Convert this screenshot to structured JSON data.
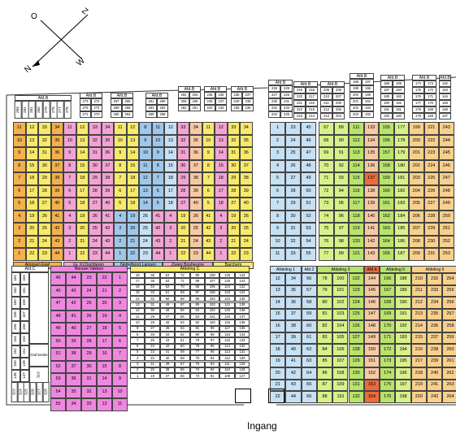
{
  "compass": {
    "n": "N",
    "o": "O",
    "z": "Z",
    "w": "W"
  },
  "entrance_label": "Ingang",
  "colors": {
    "orange": "#f4b04c",
    "yellow": "#f7e96a",
    "pink": "#f2a3d3",
    "magenta": "#ee88de",
    "blue": "#9ec7ea",
    "lightblue": "#c6e0f4",
    "green": "#b8e36b",
    "lime": "#d8f08a",
    "salmon": "#f7c9a3",
    "red": "#ee6a3a",
    "peach": "#f8d08c",
    "white": "#ffffff",
    "grey": "#e9e9e9"
  },
  "top_blocks": [
    {
      "label": "Afd.B",
      "cols": [
        [
          "283"
        ],
        [
          "282"
        ],
        [
          "281"
        ],
        [
          "280"
        ],
        [
          "279"
        ],
        [
          "278"
        ],
        [
          "277"
        ],
        [
          "276"
        ]
      ]
    },
    {
      "label": "Afd.B",
      "rows": [
        [
          "273",
          "272"
        ],
        [
          "275",
          "274"
        ],
        [
          "271",
          "270"
        ]
      ]
    },
    {
      "label": "Afd.B",
      "rows": [
        [
          "267",
          "266"
        ],
        [
          "269",
          "268"
        ],
        [
          "265",
          "264"
        ]
      ]
    },
    {
      "label": "Afd.B",
      "rows": [
        [
          "261",
          "260"
        ],
        [
          "263",
          "262"
        ],
        [
          "259",
          "258"
        ]
      ]
    },
    {
      "label": "Afd.B",
      "rows": [
        [
          "254",
          "253"
        ],
        [
          "256",
          "255"
        ],
        [
          "252",
          "251"
        ]
      ]
    },
    {
      "label": "Afd.B",
      "rows": [
        [
          "246",
          "245"
        ],
        [
          "248",
          "247"
        ],
        [
          "244",
          "243"
        ]
      ]
    },
    {
      "label": "Afd.B",
      "rows": [
        [
          "238",
          "237"
        ],
        [
          "240",
          "239"
        ],
        [
          "236",
          "235"
        ]
      ]
    }
  ],
  "top_right_blocks": [
    {
      "label": "Afd.B",
      "rows": [
        [
          "228",
          "229"
        ],
        [
          "227",
          "226"
        ],
        [
          "230",
          "231"
        ],
        [
          "232",
          "233"
        ],
        [
          "234",
          "225"
        ]
      ]
    },
    {
      "label": "Afd.B",
      "rows": [
        [
          "219",
          "218"
        ],
        [
          "220",
          "217"
        ],
        [
          "221",
          "216"
        ],
        [
          "222",
          "215"
        ],
        [
          "223",
          "214"
        ]
      ]
    },
    {
      "label": "Afd.B",
      "rows": [
        [
          "209",
          "208"
        ],
        [
          "210",
          "207"
        ],
        [
          "211",
          "206"
        ],
        [
          "212",
          "205"
        ],
        [
          "213",
          "204"
        ]
      ]
    },
    {
      "label": "Afd.B",
      "rows": [
        [
          "198",
          "197"
        ],
        [
          "199",
          "196"
        ],
        [
          "200",
          "195"
        ],
        [
          "201",
          "194"
        ],
        [
          "202",
          "193"
        ],
        [
          "203",
          "192"
        ]
      ]
    },
    {
      "label": "Afd.B",
      "rows": [
        [
          "188",
          "185"
        ],
        [
          "187",
          "184"
        ],
        [
          "189",
          "183"
        ],
        [
          "190",
          "182"
        ],
        [
          "191",
          "181"
        ],
        [
          "192",
          "180"
        ]
      ]
    },
    {
      "label": "Afd.B",
      "rows": [
        [
          "174",
          "173"
        ],
        [
          "175",
          "172"
        ],
        [
          "176",
          "171"
        ],
        [
          "177",
          "170"
        ],
        [
          "178",
          "169"
        ],
        [
          "179",
          "168"
        ]
      ]
    },
    {
      "label": "Afd.B",
      "rows": [
        [
          "162"
        ],
        [
          "163"
        ],
        [
          "164"
        ],
        [
          "165"
        ],
        [
          "166"
        ],
        [
          "167"
        ]
      ]
    }
  ],
  "upper_left": {
    "section_labels": [
      "Ampsen Exel",
      "Gr. Kl.Dochteren",
      "Nettelhorst Langen",
      "Zwiep Bosheurne",
      "Barchem"
    ],
    "rows": [
      [
        "11",
        "12",
        "33",
        "34",
        "11",
        "12",
        "33",
        "34",
        "11",
        "12",
        "8",
        "11",
        "12",
        "33",
        "34",
        "11",
        "12",
        "33",
        "34"
      ],
      [
        "10",
        "13",
        "32",
        "35",
        "10",
        "13",
        "32",
        "35",
        "10",
        "13",
        "9",
        "10",
        "13",
        "32",
        "35",
        "10",
        "13",
        "32",
        "35"
      ],
      [
        "9",
        "14",
        "31",
        "36",
        "9",
        "14",
        "31",
        "36",
        "9",
        "14",
        "10",
        "9",
        "14",
        "31",
        "36",
        "9",
        "14",
        "31",
        "36"
      ],
      [
        "8",
        "15",
        "30",
        "37",
        "8",
        "15",
        "30",
        "37",
        "8",
        "15",
        "11",
        "8",
        "15",
        "30",
        "37",
        "8",
        "15",
        "30",
        "37"
      ],
      [
        "7",
        "18",
        "29",
        "38",
        "7",
        "18",
        "29",
        "38",
        "7",
        "18",
        "12",
        "7",
        "18",
        "29",
        "38",
        "7",
        "18",
        "29",
        "38"
      ],
      [
        "6",
        "17",
        "28",
        "39",
        "6",
        "17",
        "28",
        "39",
        "6",
        "17",
        "13",
        "6",
        "17",
        "28",
        "39",
        "6",
        "17",
        "28",
        "39"
      ],
      [
        "5",
        "18",
        "27",
        "40",
        "5",
        "18",
        "27",
        "40",
        "5",
        "18",
        "14",
        "5",
        "18",
        "27",
        "40",
        "5",
        "18",
        "27",
        "40"
      ],
      [
        "4",
        "19",
        "26",
        "41",
        "4",
        "19",
        "26",
        "41",
        "4",
        "19",
        "26",
        "41",
        "4",
        "19",
        "26",
        "41",
        "4",
        "19",
        "26",
        "41"
      ],
      [
        "3",
        "20",
        "25",
        "42",
        "3",
        "20",
        "25",
        "42",
        "3",
        "20",
        "25",
        "42",
        "3",
        "20",
        "25",
        "42",
        "3",
        "20",
        "25",
        "42"
      ],
      [
        "2",
        "21",
        "24",
        "43",
        "2",
        "21",
        "24",
        "43",
        "2",
        "21",
        "24",
        "43",
        "2",
        "21",
        "24",
        "43",
        "2",
        "21",
        "24",
        "43"
      ],
      [
        "1",
        "22",
        "23",
        "44",
        "1",
        "22",
        "23",
        "44",
        "1",
        "22",
        "23",
        "44",
        "1",
        "22",
        "23",
        "44",
        "1",
        "22",
        "23",
        "44"
      ]
    ]
  },
  "afdeling1": {
    "label": "Afdeling 1",
    "rows": [
      [
        "1",
        "23",
        "45"
      ],
      [
        "2",
        "24",
        "46"
      ],
      [
        "3",
        "25",
        "47"
      ],
      [
        "4",
        "26",
        "48"
      ],
      [
        "5",
        "27",
        "49"
      ],
      [
        "6",
        "28",
        "50"
      ],
      [
        "7",
        "29",
        "51"
      ],
      [
        "8",
        "30",
        "52"
      ],
      [
        "9",
        "31",
        "53"
      ],
      [
        "10",
        "32",
        "54"
      ],
      [
        "11",
        "33",
        "55"
      ]
    ]
  },
  "afd_right_upper": {
    "labels": [
      "Afdeling 3",
      "Afd.4",
      "Afdeling 5",
      "Afdeling 6"
    ],
    "rows": [
      [
        "67",
        "89",
        "111",
        "133",
        "155",
        "177",
        "199",
        "221",
        "243"
      ],
      [
        "68",
        "90",
        "112",
        "134",
        "156",
        "178",
        "200",
        "222",
        "244"
      ],
      [
        "69",
        "91",
        "113",
        "135",
        "157",
        "179",
        "201",
        "223",
        "245"
      ],
      [
        "70",
        "92",
        "114",
        "136",
        "158",
        "180",
        "202",
        "224",
        "246"
      ],
      [
        "71",
        "93",
        "115",
        "137",
        "159",
        "181",
        "203",
        "225",
        "247"
      ],
      [
        "72",
        "94",
        "116",
        "138",
        "160",
        "182",
        "204",
        "226",
        "248"
      ],
      [
        "73",
        "95",
        "117",
        "139",
        "161",
        "183",
        "205",
        "227",
        "249"
      ],
      [
        "74",
        "96",
        "118",
        "140",
        "162",
        "184",
        "206",
        "228",
        "250"
      ],
      [
        "75",
        "97",
        "119",
        "141",
        "163",
        "185",
        "207",
        "229",
        "251"
      ],
      [
        "76",
        "98",
        "120",
        "142",
        "164",
        "186",
        "208",
        "230",
        "252"
      ],
      [
        "77",
        "99",
        "121",
        "143",
        "165",
        "187",
        "209",
        "231",
        "253"
      ]
    ]
  },
  "afdc": {
    "label": "Afd.C",
    "cells": [
      "164",
      "163",
      "162",
      "161",
      "160",
      "159",
      "158",
      "157",
      "156",
      "155",
      "154",
      "153",
      "152",
      "151",
      "150",
      "149",
      "148",
      "147",
      "146",
      "145",
      "Graf-tombe",
      "319",
      "323",
      "324",
      "325",
      "326",
      "327",
      "328"
    ]
  },
  "nieuwe": {
    "label": "Nieuwe Vakken",
    "rows": [
      [
        "45",
        "44",
        "23",
        "22",
        "1"
      ],
      [
        "46",
        "43",
        "24",
        "21",
        "2"
      ],
      [
        "47",
        "42",
        "25",
        "20",
        "3"
      ],
      [
        "48",
        "41",
        "26",
        "19",
        "4"
      ],
      [
        "49",
        "40",
        "27",
        "18",
        "5"
      ],
      [
        "50",
        "39",
        "28",
        "17",
        "6"
      ],
      [
        "51",
        "38",
        "29",
        "16",
        "7"
      ],
      [
        "52",
        "37",
        "30",
        "15",
        "8"
      ],
      [
        "53",
        "36",
        "31",
        "14",
        "9"
      ],
      [
        "54",
        "35",
        "32",
        "13",
        "10"
      ],
      [
        "55",
        "34",
        "33",
        "12",
        "11"
      ]
    ]
  },
  "afdeling_c": {
    "label": "Afdeling C",
    "rows": [
      [
        "18",
        "36",
        "54",
        "72",
        "90",
        "108",
        "126",
        "144"
      ],
      [
        "17",
        "35",
        "53",
        "71",
        "89",
        "107",
        "125",
        "143"
      ],
      [
        "16",
        "34",
        "52",
        "70",
        "88",
        "106",
        "124",
        "142"
      ],
      [
        "15",
        "33",
        "51",
        "69",
        "87",
        "105",
        "123",
        "141"
      ],
      [
        "14",
        "32",
        "50",
        "68",
        "86",
        "104",
        "122",
        "140"
      ],
      [
        "13",
        "31",
        "49",
        "67",
        "85",
        "103",
        "121",
        "139"
      ],
      [
        "12",
        "30",
        "48",
        "66",
        "84",
        "102",
        "120",
        "138"
      ],
      [
        "11",
        "29",
        "47",
        "65",
        "83",
        "101",
        "119",
        "137"
      ],
      [
        "10",
        "28",
        "46",
        "64",
        "82",
        "100",
        "118",
        "136"
      ],
      [
        "9",
        "27",
        "45",
        "63",
        "81",
        "99",
        "117",
        "135"
      ],
      [
        "8",
        "26",
        "44",
        "62",
        "80",
        "98",
        "116",
        "134"
      ],
      [
        "7",
        "25",
        "43",
        "61",
        "79",
        "97",
        "115",
        "133"
      ],
      [
        "6",
        "24",
        "42",
        "60",
        "78",
        "96",
        "114",
        "132"
      ],
      [
        "5",
        "23",
        "41",
        "59",
        "77",
        "95",
        "113",
        "131"
      ],
      [
        "4",
        "22",
        "40",
        "58",
        "76",
        "94",
        "112",
        "130"
      ],
      [
        "3",
        "21",
        "39",
        "57",
        "75",
        "93",
        "111",
        "129"
      ],
      [
        "2",
        "20",
        "38",
        "56",
        "74",
        "92",
        "110",
        "128"
      ],
      [
        "1",
        "19",
        "37",
        "55",
        "73",
        "91",
        "109",
        "127"
      ]
    ]
  },
  "lower_right": {
    "labels": [
      "Afdeling 1",
      "Afd.2",
      "Afdeling 3",
      "Afd.4",
      "Afdeling 5",
      "Afdeling 6"
    ],
    "rows": [
      [
        "12",
        "34",
        "56",
        "78",
        "100",
        "122",
        "144",
        "166",
        "188",
        "210",
        "232",
        "254"
      ],
      [
        "13",
        "35",
        "57",
        "79",
        "101",
        "123",
        "145",
        "167",
        "189",
        "211",
        "233",
        "255"
      ],
      [
        "14",
        "36",
        "58",
        "80",
        "102",
        "124",
        "146",
        "168",
        "190",
        "212",
        "234",
        "256"
      ],
      [
        "15",
        "37",
        "59",
        "81",
        "103",
        "125",
        "147",
        "169",
        "191",
        "213",
        "235",
        "257"
      ],
      [
        "16",
        "38",
        "60",
        "82",
        "104",
        "126",
        "148",
        "170",
        "192",
        "214",
        "236",
        "258"
      ],
      [
        "17",
        "39",
        "61",
        "83",
        "105",
        "127",
        "149",
        "171",
        "193",
        "215",
        "237",
        "259"
      ],
      [
        "18",
        "40",
        "62",
        "84",
        "106",
        "128",
        "150",
        "172",
        "194",
        "216",
        "238",
        "260"
      ],
      [
        "19",
        "41",
        "63",
        "85",
        "107",
        "129",
        "151",
        "173",
        "195",
        "217",
        "239",
        "261"
      ],
      [
        "20",
        "42",
        "64",
        "86",
        "108",
        "130",
        "152",
        "174",
        "196",
        "218",
        "240",
        "262"
      ],
      [
        "21",
        "43",
        "65",
        "87",
        "109",
        "131",
        "153",
        "175",
        "197",
        "219",
        "241",
        "263"
      ],
      [
        "22",
        "44",
        "66",
        "88",
        "110",
        "132",
        "154",
        "176",
        "198",
        "220",
        "242",
        "264"
      ]
    ]
  }
}
